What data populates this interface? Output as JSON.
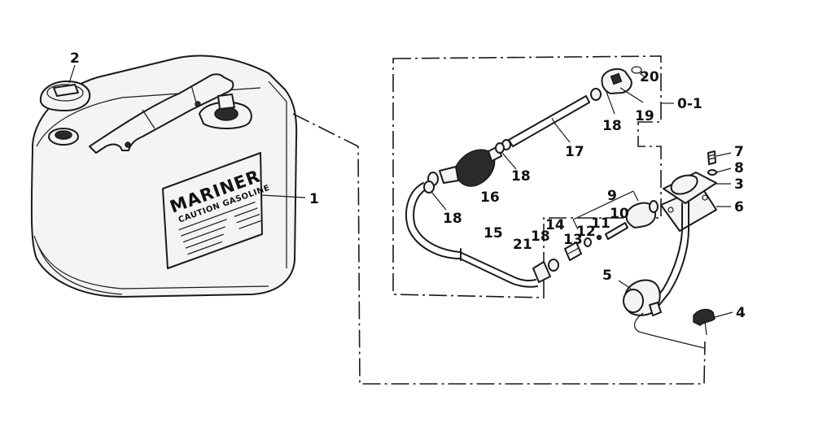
{
  "label_plate": {
    "brand": "MARINER",
    "caution": "CAUTION GASOLINE"
  },
  "callouts": {
    "c1": "1",
    "c2": "2",
    "c3": "3",
    "c4": "4",
    "c5": "5",
    "c6": "6",
    "c7": "7",
    "c8": "8",
    "c9": "9",
    "c10": "10",
    "c11": "11",
    "c12": "12",
    "c13": "13",
    "c14": "14",
    "c15": "15",
    "c16": "16",
    "c17": "17",
    "c18a": "18",
    "c18b": "18",
    "c18c": "18",
    "c18d": "18",
    "c19": "19",
    "c20": "20",
    "c21": "21",
    "c01": "0-1"
  },
  "icons": [
    "fuel-tank-icon",
    "filler-cap-icon",
    "primer-bulb-icon",
    "fuel-connector-icon",
    "pickup-tube-icon",
    "fuel-filter-icon"
  ]
}
